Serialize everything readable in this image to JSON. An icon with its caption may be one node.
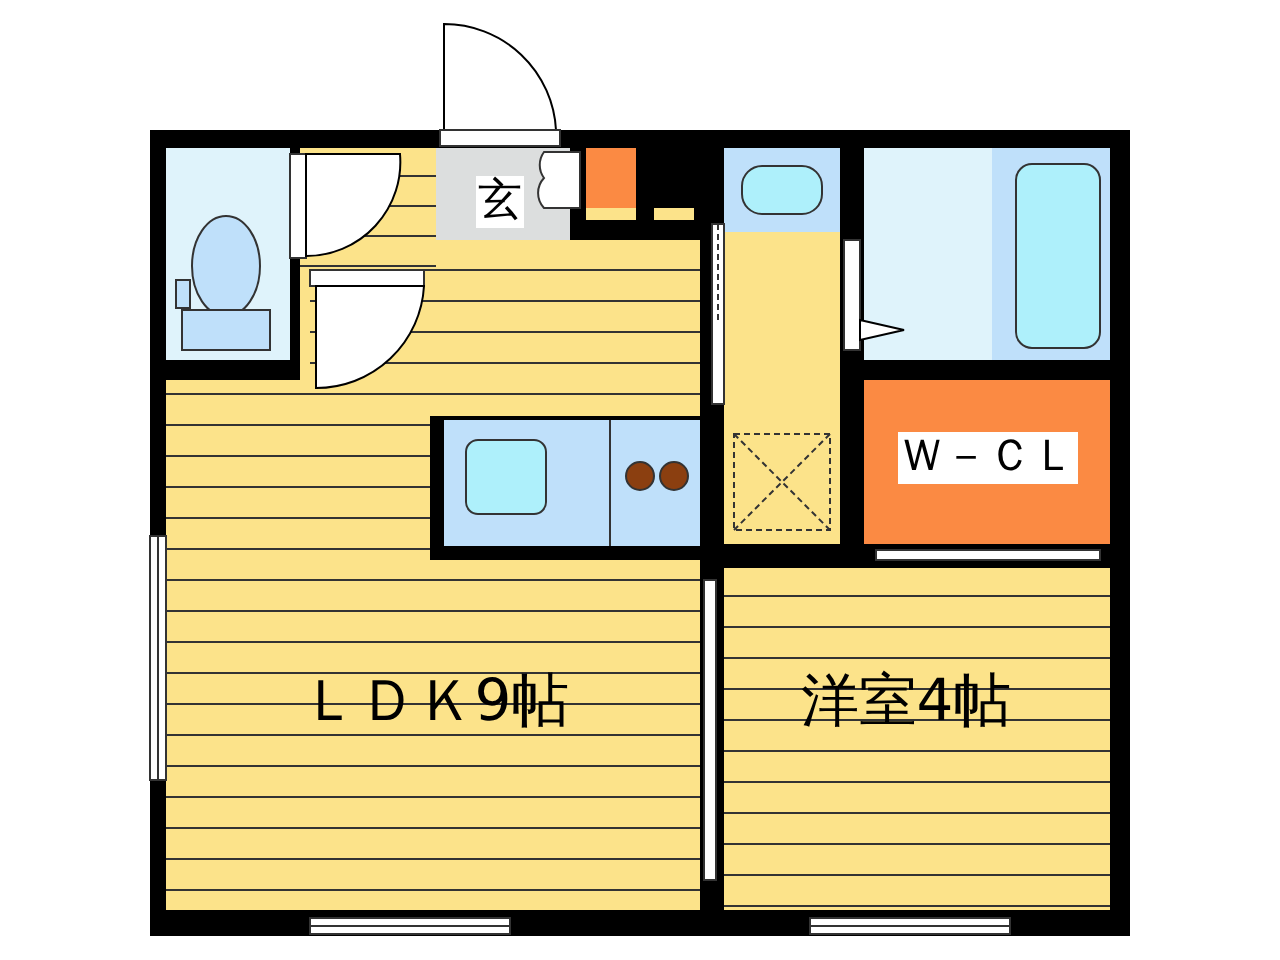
{
  "diagram": {
    "nodes": [
      {
        "text": [
          "玄"
        ]
      },
      {
        "text": [
          "Ｗ－ＣＬ"
        ]
      },
      {
        "text": [
          "ＬＤＫ9帖"
        ]
      },
      {
        "text": [
          "洋室4帖"
        ]
      }
    ]
  }
}
